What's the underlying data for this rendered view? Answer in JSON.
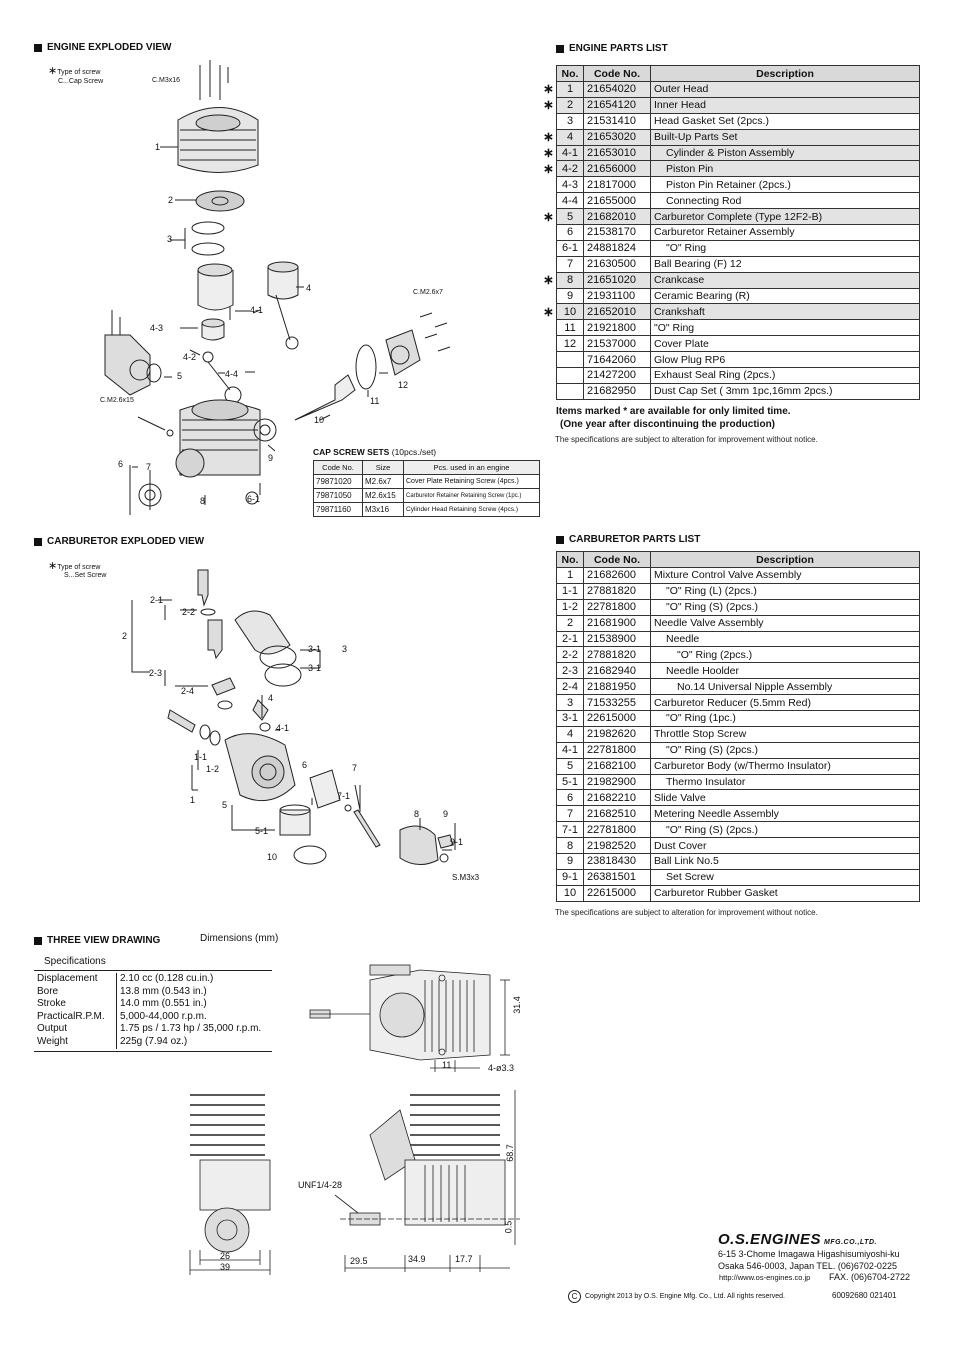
{
  "engine_exploded": {
    "title": "ENGINE EXPLODED VIEW",
    "screw_note": "Type of screw",
    "screw_type": "C...Cap Screw",
    "labels": [
      "C.M3x16",
      "1",
      "2",
      "3",
      "4",
      "4-1",
      "4-3",
      "4-2",
      "4-4",
      "5",
      "C.M2.6x15",
      "6",
      "7",
      "8",
      "9",
      "6-1",
      "10",
      "11",
      "12",
      "C.M2.6x7"
    ]
  },
  "engine_parts": {
    "title": "ENGINE PARTS LIST",
    "headers": [
      "No.",
      "Code No.",
      "Description"
    ],
    "rows": [
      {
        "no": "1",
        "code": "21654020",
        "desc": "Outer Head",
        "star": true
      },
      {
        "no": "2",
        "code": "21654120",
        "desc": "Inner Head",
        "star": true
      },
      {
        "no": "3",
        "code": "21531410",
        "desc": "Head Gasket Set (2pcs.)",
        "star": false
      },
      {
        "no": "4",
        "code": "21653020",
        "desc": "Built-Up Parts Set",
        "star": true
      },
      {
        "no": "4-1",
        "code": "21653010",
        "desc": "Cylinder & Piston Assembly",
        "star": true,
        "indent": true
      },
      {
        "no": "4-2",
        "code": "21656000",
        "desc": "Piston Pin",
        "star": true,
        "indent": true
      },
      {
        "no": "4-3",
        "code": "21817000",
        "desc": "Piston Pin Retainer (2pcs.)",
        "star": false,
        "indent": true
      },
      {
        "no": "4-4",
        "code": "21655000",
        "desc": "Connecting Rod",
        "star": false,
        "indent": true
      },
      {
        "no": "5",
        "code": "21682010",
        "desc": "Carburetor Complete (Type 12F2-B)",
        "star": true
      },
      {
        "no": "6",
        "code": "21538170",
        "desc": "Carburetor Retainer Assembly",
        "star": false
      },
      {
        "no": "6-1",
        "code": "24881824",
        "desc": "\"O\" Ring",
        "star": false,
        "indent": true
      },
      {
        "no": "7",
        "code": "21630500",
        "desc": "Ball Bearing (F) 12",
        "star": false
      },
      {
        "no": "8",
        "code": "21651020",
        "desc": "Crankcase",
        "star": true
      },
      {
        "no": "9",
        "code": "21931100",
        "desc": "Ceramic Bearing (R)",
        "star": false
      },
      {
        "no": "10",
        "code": "21652010",
        "desc": "Crankshaft",
        "star": true
      },
      {
        "no": "11",
        "code": "21921800",
        "desc": " \"O\" Ring",
        "star": false
      },
      {
        "no": "12",
        "code": "21537000",
        "desc": "Cover Plate",
        "star": false
      },
      {
        "no": "",
        "code": "71642060",
        "desc": "Glow Plug RP6",
        "star": false
      },
      {
        "no": "",
        "code": "21427200",
        "desc": "Exhaust Seal Ring (2pcs.)",
        "star": false
      },
      {
        "no": "",
        "code": "21682950",
        "desc": "Dust Cap Set ( 3mm 1pc,16mm 2pcs.)",
        "star": false
      }
    ],
    "limited_note_1": "Items marked * are available for only limited time.",
    "limited_note_2": "(One year after discontinuing the production)",
    "spec_note": "The specifications are subject to alteration for improvement without notice."
  },
  "cap_screw": {
    "title": "CAP SCREW SETS",
    "subtitle": "(10pcs./set)",
    "headers": [
      "Code No.",
      "Size",
      "Pcs. used in an engine"
    ],
    "rows": [
      {
        "code": "79871020",
        "size": "M2.6x7",
        "use": "Cover Plate Retaining Screw (4pcs.)"
      },
      {
        "code": "79871050",
        "size": "M2.6x15",
        "use": "Carburetor Retainer Retaining Screw (1pc.)"
      },
      {
        "code": "79871160",
        "size": "M3x16",
        "use": "Cylinder Head Retaining Screw (4pcs.)"
      }
    ]
  },
  "carb_exploded": {
    "title": "CARBURETOR EXPLODED VIEW",
    "screw_note": "Type of screw",
    "screw_type": "S...Set Screw",
    "labels": [
      "2-1",
      "2-2",
      "2",
      "2-3",
      "2-4",
      "3-1",
      "3",
      "3-1",
      "4",
      "4-1",
      "1-1",
      "1-2",
      "1",
      "5",
      "5-1",
      "10",
      "6",
      "7",
      "7-1",
      "8",
      "9",
      "9-1",
      "S.M3x3"
    ]
  },
  "carb_parts": {
    "title": "CARBURETOR PARTS LIST",
    "headers": [
      "No.",
      "Code No.",
      "Description"
    ],
    "rows": [
      {
        "no": "1",
        "code": "21682600",
        "desc": "Mixture Control Valve Assembly"
      },
      {
        "no": "1-1",
        "code": "27881820",
        "desc": "\"O\" Ring (L) (2pcs.)",
        "indent": true
      },
      {
        "no": "1-2",
        "code": "22781800",
        "desc": "\"O\" Ring (S) (2pcs.)",
        "indent": true
      },
      {
        "no": "2",
        "code": "21681900",
        "desc": "Needle Valve Assembly"
      },
      {
        "no": "2-1",
        "code": "21538900",
        "desc": "Needle",
        "indent": true
      },
      {
        "no": "2-2",
        "code": "27881820",
        "desc": "\"O\" Ring (2pcs.)",
        "indent2": true
      },
      {
        "no": "2-3",
        "code": "21682940",
        "desc": "Needle Hoolder",
        "indent": true
      },
      {
        "no": "2-4",
        "code": "21881950",
        "desc": "No.14 Universal Nipple Assembly",
        "indent2": true
      },
      {
        "no": "3",
        "code": "71533255",
        "desc": "Carburetor Reducer (5.5mm Red)"
      },
      {
        "no": "3-1",
        "code": "22615000",
        "desc": "\"O\" Ring (1pc.)",
        "indent": true
      },
      {
        "no": "4",
        "code": "21982620",
        "desc": "Throttle Stop Screw"
      },
      {
        "no": "4-1",
        "code": "22781800",
        "desc": "\"O\" Ring (S) (2pcs.)",
        "indent": true
      },
      {
        "no": "5",
        "code": "21682100",
        "desc": "Carburetor Body (w/Thermo Insulator)"
      },
      {
        "no": "5-1",
        "code": "21982900",
        "desc": "Thermo Insulator",
        "indent": true
      },
      {
        "no": "6",
        "code": "21682210",
        "desc": "Slide Valve"
      },
      {
        "no": "7",
        "code": "21682510",
        "desc": "Metering Needle Assembly"
      },
      {
        "no": "7-1",
        "code": "22781800",
        "desc": "\"O\" Ring (S) (2pcs.)",
        "indent": true
      },
      {
        "no": "8",
        "code": "21982520",
        "desc": "Dust Cover"
      },
      {
        "no": "9",
        "code": "23818430",
        "desc": "Ball Link No.5"
      },
      {
        "no": "9-1",
        "code": "26381501",
        "desc": "Set Screw",
        "indent": true
      },
      {
        "no": "10",
        "code": "22615000",
        "desc": "Carburetor Rubber Gasket"
      }
    ],
    "spec_note": "The specifications are subject to alteration for improvement without notice."
  },
  "three_view": {
    "title": "THREE VIEW DRAWING",
    "dims_label": "Dimensions (mm)",
    "dims": [
      "31.4",
      "11",
      "4-ø3.3",
      "68.7",
      "UNF1/4-28",
      "0.5",
      "26",
      "39",
      "29.5",
      "34.9",
      "17.7"
    ]
  },
  "specs": {
    "title": "Specifications",
    "rows": [
      {
        "k": "Displacement",
        "v": "2.10 cc (0.128 cu.in.)"
      },
      {
        "k": "Bore",
        "v": "13.8 mm (0.543 in.)"
      },
      {
        "k": "Stroke",
        "v": "14.0 mm (0.551 in.)"
      },
      {
        "k": "PracticalR.P.M.",
        "v": "5,000-44,000 r.p.m."
      },
      {
        "k": "Output",
        "v": "1.75 ps / 1.73 hp / 35,000 r.p.m."
      },
      {
        "k": "Weight",
        "v": "225g (7.94 oz.)"
      }
    ]
  },
  "company": {
    "logo": "O.S.ENGINES",
    "logo_suffix": "MFG.CO.,LTD.",
    "addr1": "6-15  3-Chome  Imagawa  Higashisumiyoshi-ku",
    "addr2": "Osaka 546-0003, Japan   TEL. (06)6702-0225",
    "url": "http://www.os-engines.co.jp",
    "fax": "FAX. (06)6704-2722",
    "copyright": "Copyright 2013 by O.S. Engine Mfg. Co., Ltd. All rights reserved.",
    "copyright_symbol": "C",
    "doc_no": "60092680   021401"
  },
  "star_symbol": "∗"
}
